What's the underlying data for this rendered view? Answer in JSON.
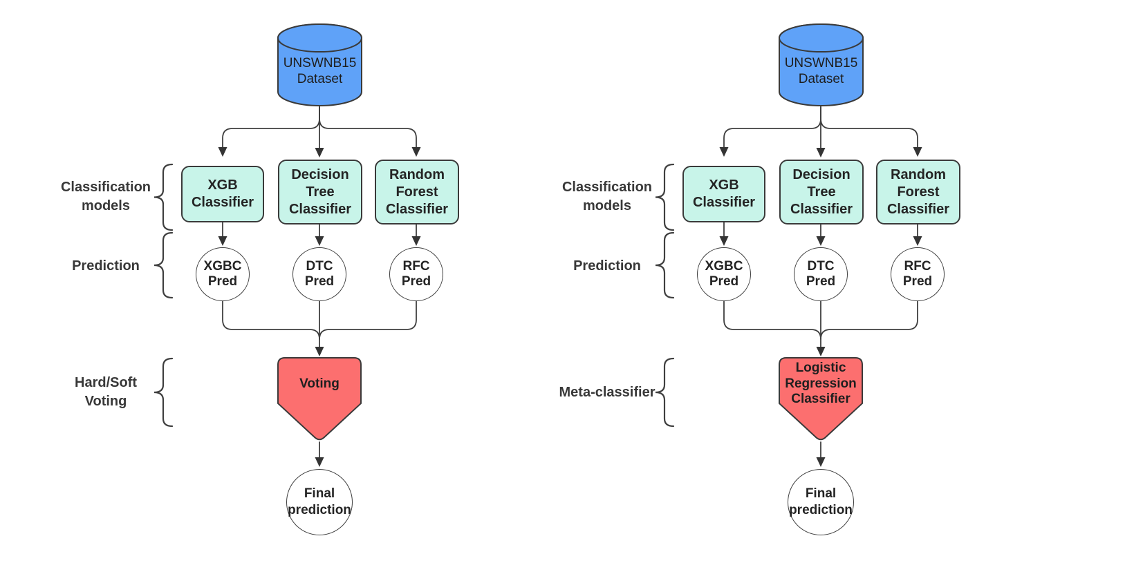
{
  "colors": {
    "dataset_fill": "#5fa2f8",
    "model_fill": "#c8f4e9",
    "combiner_fill": "#fc6f6f",
    "stroke": "#3a3a3a",
    "line": "#3f3f3f",
    "label_text": "#383838",
    "node_text": "#242424"
  },
  "left": {
    "dataset": "UNSWNB15\nDataset",
    "labels": {
      "models_group": "Classification\nmodels",
      "prediction_group": "Prediction",
      "combiner_group": "Hard/Soft\nVoting"
    },
    "models": {
      "xgb": "XGB\nClassifier",
      "dt": "Decision\nTree\nClassifier",
      "rf": "Random\nForest\nClassifier"
    },
    "predictions": {
      "xgb": "XGBC\nPred",
      "dt": "DTC\nPred",
      "rf": "RFC\nPred"
    },
    "combiner": "Voting",
    "final": "Final\nprediction"
  },
  "right": {
    "dataset": "UNSWNB15\nDataset",
    "labels": {
      "models_group": "Classification\nmodels",
      "prediction_group": "Prediction",
      "combiner_group": "Meta-classifier"
    },
    "models": {
      "xgb": "XGB\nClassifier",
      "dt": "Decision\nTree\nClassifier",
      "rf": "Random\nForest\nClassifier"
    },
    "predictions": {
      "xgb": "XGBC\nPred",
      "dt": "DTC\nPred",
      "rf": "RFC\nPred"
    },
    "combiner": "Logistic\nRegression\nClassifier",
    "final": "Final\nprediction"
  }
}
